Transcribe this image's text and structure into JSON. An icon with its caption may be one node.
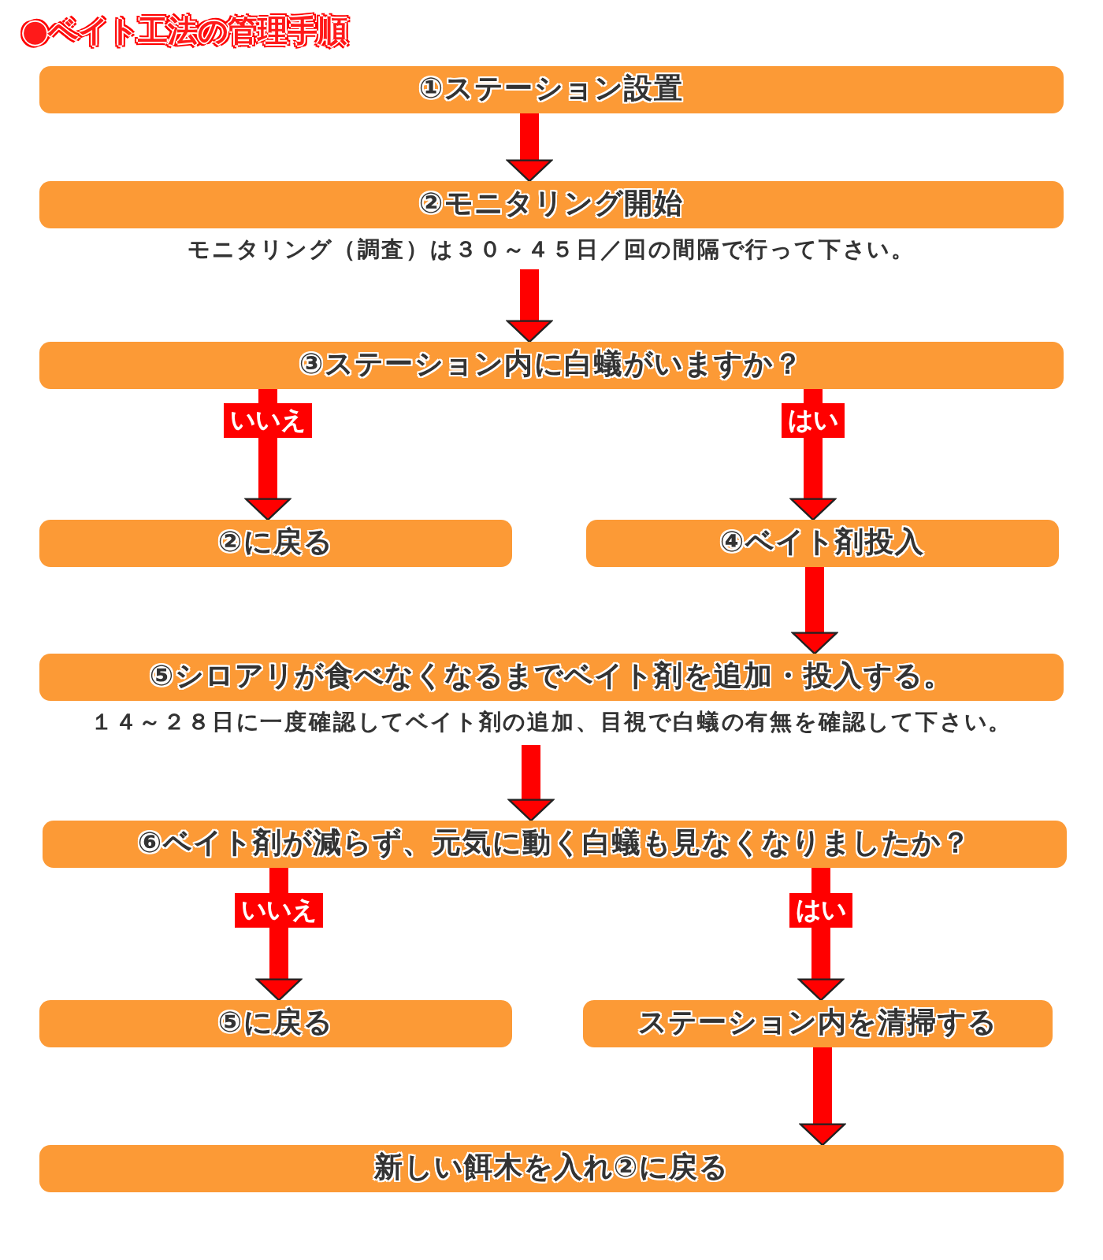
{
  "diagram": {
    "title": "●ベイト工法の管理手順",
    "nodes": [
      {
        "text": [
          "①ステーション設置"
        ]
      },
      {
        "text": [
          "②モニタリング開始"
        ],
        "beside": [
          "モニタリング（調査）は３０～４５日／回の間隔で行って下さい。"
        ]
      },
      {
        "text": [
          "③ステーション内に白蟻がいますか？"
        ]
      },
      {
        "text": [
          "②に戻る"
        ]
      },
      {
        "text": [
          "④ベイト剤投入"
        ]
      },
      {
        "text": [
          "⑤シロアリが食べなくなるまでベイト剤を追加・投入する。"
        ],
        "beside": [
          "１４～２８日に一度確認してベイト剤の追加、目視で白蟻の有無を確認して下さい。"
        ]
      },
      {
        "text": [
          "⑥ベイト剤が減らず、元気に動く白蟻も見なくなりましたか？"
        ]
      },
      {
        "text": [
          "⑤に戻る"
        ]
      },
      {
        "text": [
          "ステーション内を清掃する"
        ]
      },
      {
        "text": [
          "新しい餌木を入れ②に戻る"
        ]
      }
    ],
    "edges": [
      {
        "from": 0,
        "to": 1,
        "arrow": "to"
      },
      {
        "from": 1,
        "to": 2,
        "arrow": "to"
      },
      {
        "from": 2,
        "to": 3,
        "arrow": "to",
        "label": "いいえ"
      },
      {
        "from": 2,
        "to": 4,
        "arrow": "to",
        "label": "はい"
      },
      {
        "from": 4,
        "to": 5,
        "arrow": "to"
      },
      {
        "from": 5,
        "to": 6,
        "arrow": "to"
      },
      {
        "from": 6,
        "to": 7,
        "arrow": "to",
        "label": "いいえ"
      },
      {
        "from": 6,
        "to": 8,
        "arrow": "to",
        "label": "はい"
      },
      {
        "from": 8,
        "to": 9,
        "arrow": "to"
      }
    ]
  }
}
